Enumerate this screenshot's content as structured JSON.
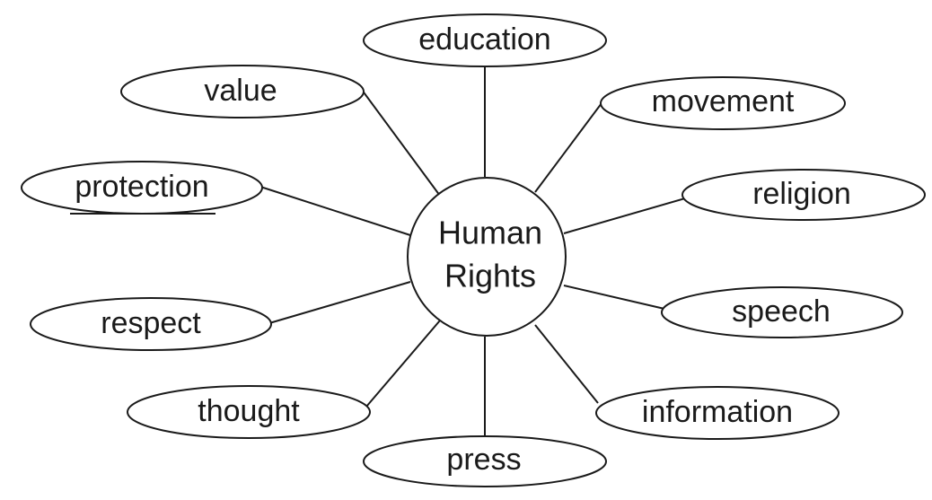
{
  "center": {
    "line1": "Human",
    "line2": "Rights"
  },
  "nodes": [
    {
      "id": "education",
      "label": "education"
    },
    {
      "id": "movement",
      "label": "movement"
    },
    {
      "id": "religion",
      "label": "religion"
    },
    {
      "id": "speech",
      "label": "speech"
    },
    {
      "id": "information",
      "label": "information"
    },
    {
      "id": "press",
      "label": "press"
    },
    {
      "id": "thought",
      "label": "thought"
    },
    {
      "id": "respect",
      "label": "respect"
    },
    {
      "id": "protection",
      "label": "protection"
    },
    {
      "id": "value",
      "label": "value"
    }
  ],
  "colors": {
    "stroke": "#1a1a1a",
    "fill": "#ffffff",
    "text": "#1a1a1a"
  }
}
